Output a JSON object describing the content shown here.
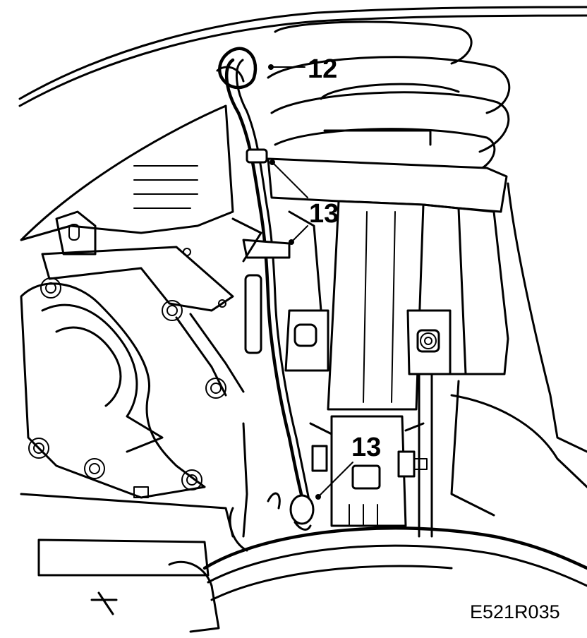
{
  "diagram": {
    "callouts": [
      {
        "id": "c12",
        "label": "12"
      },
      {
        "id": "c13a",
        "label": "13"
      },
      {
        "id": "c13b",
        "label": "13"
      }
    ],
    "figure_code": "E521R035"
  }
}
